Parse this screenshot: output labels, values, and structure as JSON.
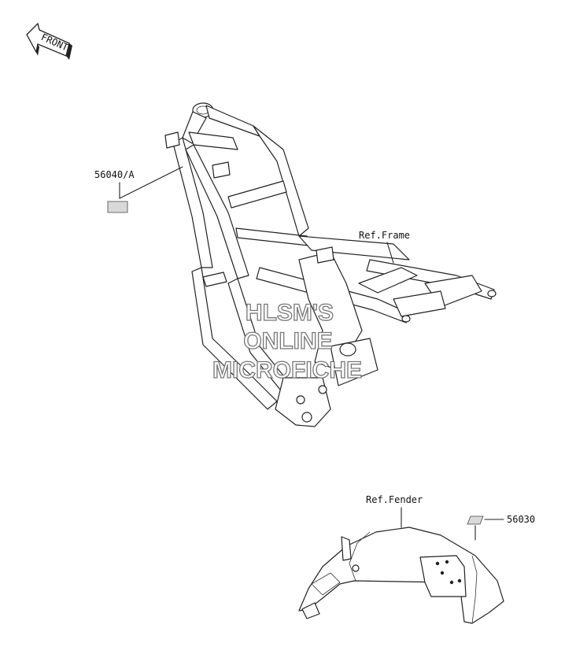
{
  "front_arrow": {
    "label": "FRONT",
    "icon": "front-arrow-icon"
  },
  "callouts": {
    "label_56040a": "56040/A",
    "ref_frame": "Ref.Frame",
    "ref_fender": "Ref.Fender",
    "label_56030": "56030"
  },
  "watermark": {
    "line1": "HLSM'S",
    "line2": "ONLINE",
    "line3": "MICROFICHE"
  },
  "colors": {
    "line": "#222222",
    "label_fill": "#d9d9d9",
    "watermark_stroke": "#777777"
  }
}
